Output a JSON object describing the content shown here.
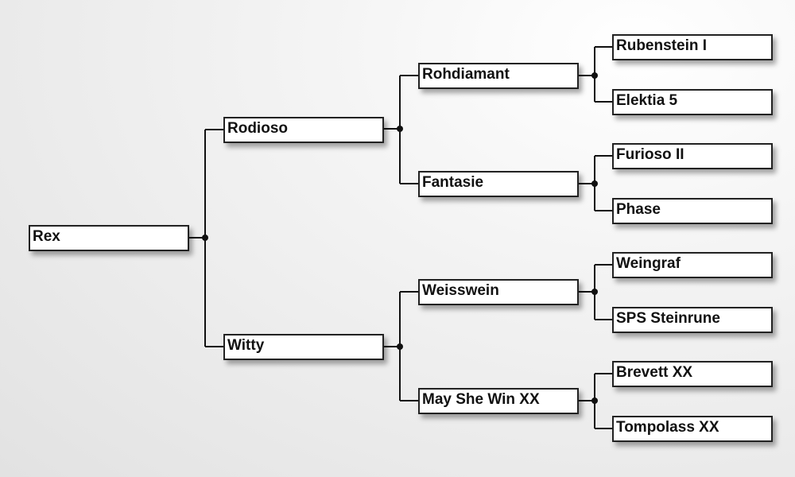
{
  "pedigree": {
    "subject": "Rex",
    "sire": {
      "name": "Rodioso",
      "sire": {
        "name": "Rohdiamant",
        "sire": "Rubenstein I",
        "dam": "Elektia 5"
      },
      "dam": {
        "name": "Fantasie",
        "sire": "Furioso II",
        "dam": "Phase"
      }
    },
    "dam": {
      "name": "Witty",
      "sire": {
        "name": "Weisswein",
        "sire": "Weingraf",
        "dam": "SPS Steinrune"
      },
      "dam": {
        "name": "May She Win XX",
        "sire": "Brevett XX",
        "dam": "Tompolass XX"
      }
    }
  },
  "colors": {
    "line": "#111111",
    "box_border": "#222222",
    "box_fill": "#ffffff",
    "background": "#e6e6e6"
  }
}
